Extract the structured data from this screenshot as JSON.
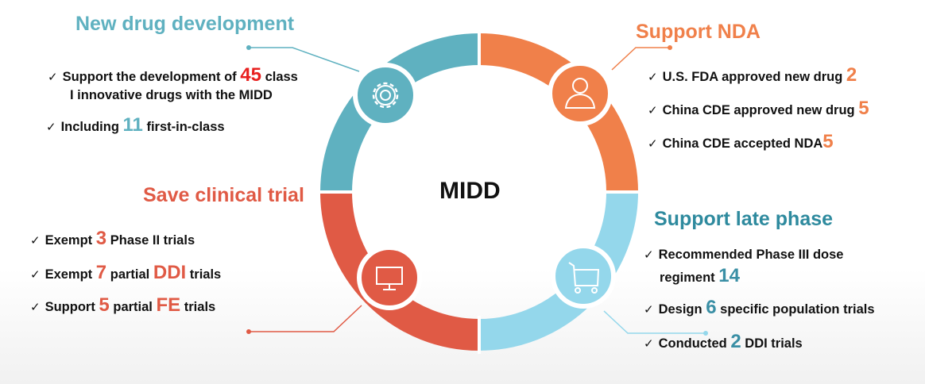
{
  "center_label": "MIDD",
  "colors": {
    "teal": "#5fb1c0",
    "orange": "#f0804a",
    "light_blue": "#94d7eb",
    "red": "#e05a45",
    "dark_teal": "#2e8a9e",
    "bright_red": "#e8201f"
  },
  "quadrants": {
    "new_drug": {
      "title": "New drug development",
      "icon": "gear-icon",
      "items": [
        {
          "pre": "Support the development of",
          "num": "45",
          "post": "class",
          "line2": "I innovative drugs with the MIDD"
        },
        {
          "pre": "Including",
          "num": "11",
          "post": "first-in-class"
        }
      ]
    },
    "support_nda": {
      "title": "Support NDA",
      "icon": "person-icon",
      "items": [
        {
          "pre": "U.S. FDA approved new drug",
          "num": "2"
        },
        {
          "pre": "China CDE approved new drug",
          "num": "5"
        },
        {
          "pre": "China CDE accepted NDA",
          "num": "5"
        }
      ]
    },
    "save_clinical": {
      "title": "Save clinical trial",
      "icon": "monitor-icon",
      "items": [
        {
          "pre": "Exempt",
          "num": "3",
          "post": "Phase II trials"
        },
        {
          "pre": "Exempt",
          "num": "7",
          "mid": "partial",
          "num2": "DDI",
          "post": "trials"
        },
        {
          "pre": "Support",
          "num": "5",
          "mid": "partial",
          "num2": "FE",
          "post": "trials"
        }
      ]
    },
    "late_phase": {
      "title": "Support late phase",
      "icon": "cart-icon",
      "items": [
        {
          "pre": "Recommended Phase III dose",
          "line2": "regiment",
          "num": "14"
        },
        {
          "pre": "Design",
          "num": "6",
          "post": "specific population trials"
        },
        {
          "pre": "Conducted",
          "num": "2",
          "post": "DDI trials"
        }
      ]
    }
  }
}
